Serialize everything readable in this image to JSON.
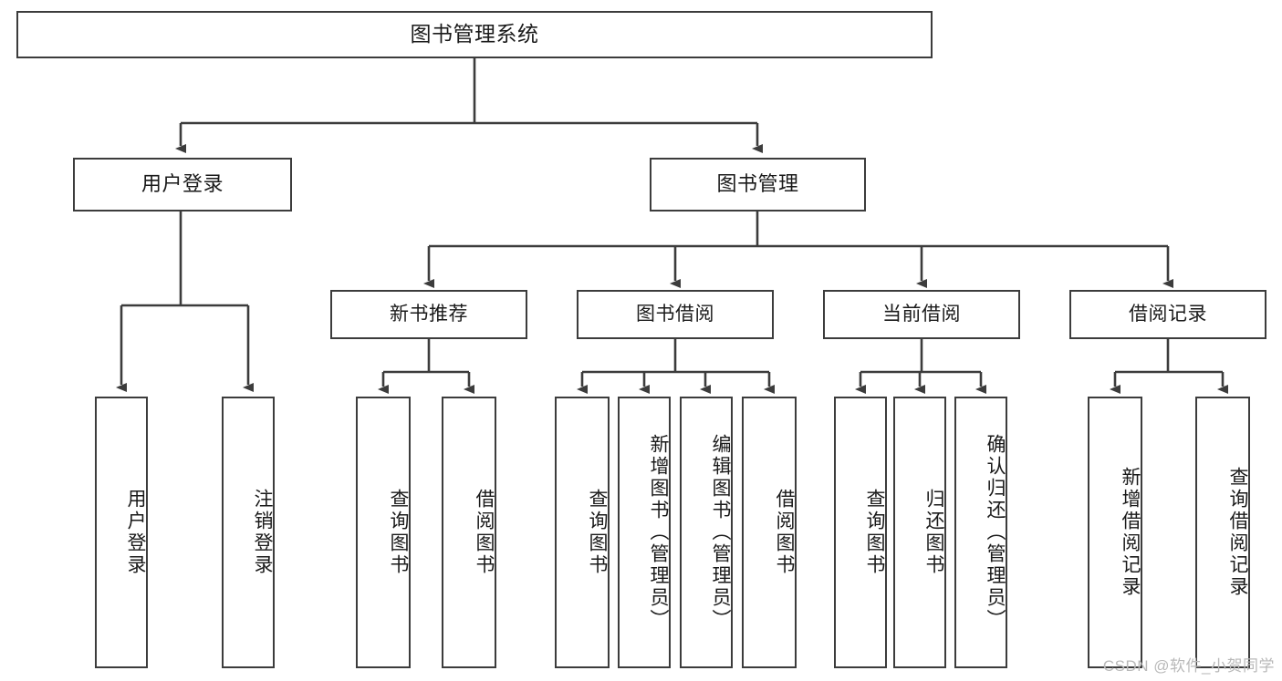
{
  "diagram": {
    "title": "图书管理系统",
    "type": "tree-hierarchy",
    "watermark": "CSDN @软件_小贺同学",
    "colors": {
      "stroke": "#3c3c3c",
      "fill": "#ffffff",
      "text": "#1a1a1a",
      "watermark": "#b9b9b9"
    },
    "root": {
      "label": "图书管理系统"
    },
    "level2": [
      {
        "label": "用户登录"
      },
      {
        "label": "图书管理"
      }
    ],
    "level3": [
      {
        "label": "新书推荐"
      },
      {
        "label": "图书借阅"
      },
      {
        "label": "当前借阅"
      },
      {
        "label": "借阅记录"
      }
    ],
    "leaves": {
      "user_login": [
        {
          "label": "用户登录"
        },
        {
          "label": "注销登录"
        }
      ],
      "new_book_recommend": [
        {
          "label": "查询图书"
        },
        {
          "label": "借阅图书"
        }
      ],
      "book_borrow": [
        {
          "label": "查询图书"
        },
        {
          "label": "新增图书（管理员）"
        },
        {
          "label": "编辑图书（管理员）"
        },
        {
          "label": "借阅图书"
        }
      ],
      "current_borrow": [
        {
          "label": "查询图书"
        },
        {
          "label": "归还图书"
        },
        {
          "label": "确认归还（管理员）"
        }
      ],
      "borrow_record": [
        {
          "label": "新增借阅记录"
        },
        {
          "label": "查询借阅记录"
        }
      ]
    }
  }
}
